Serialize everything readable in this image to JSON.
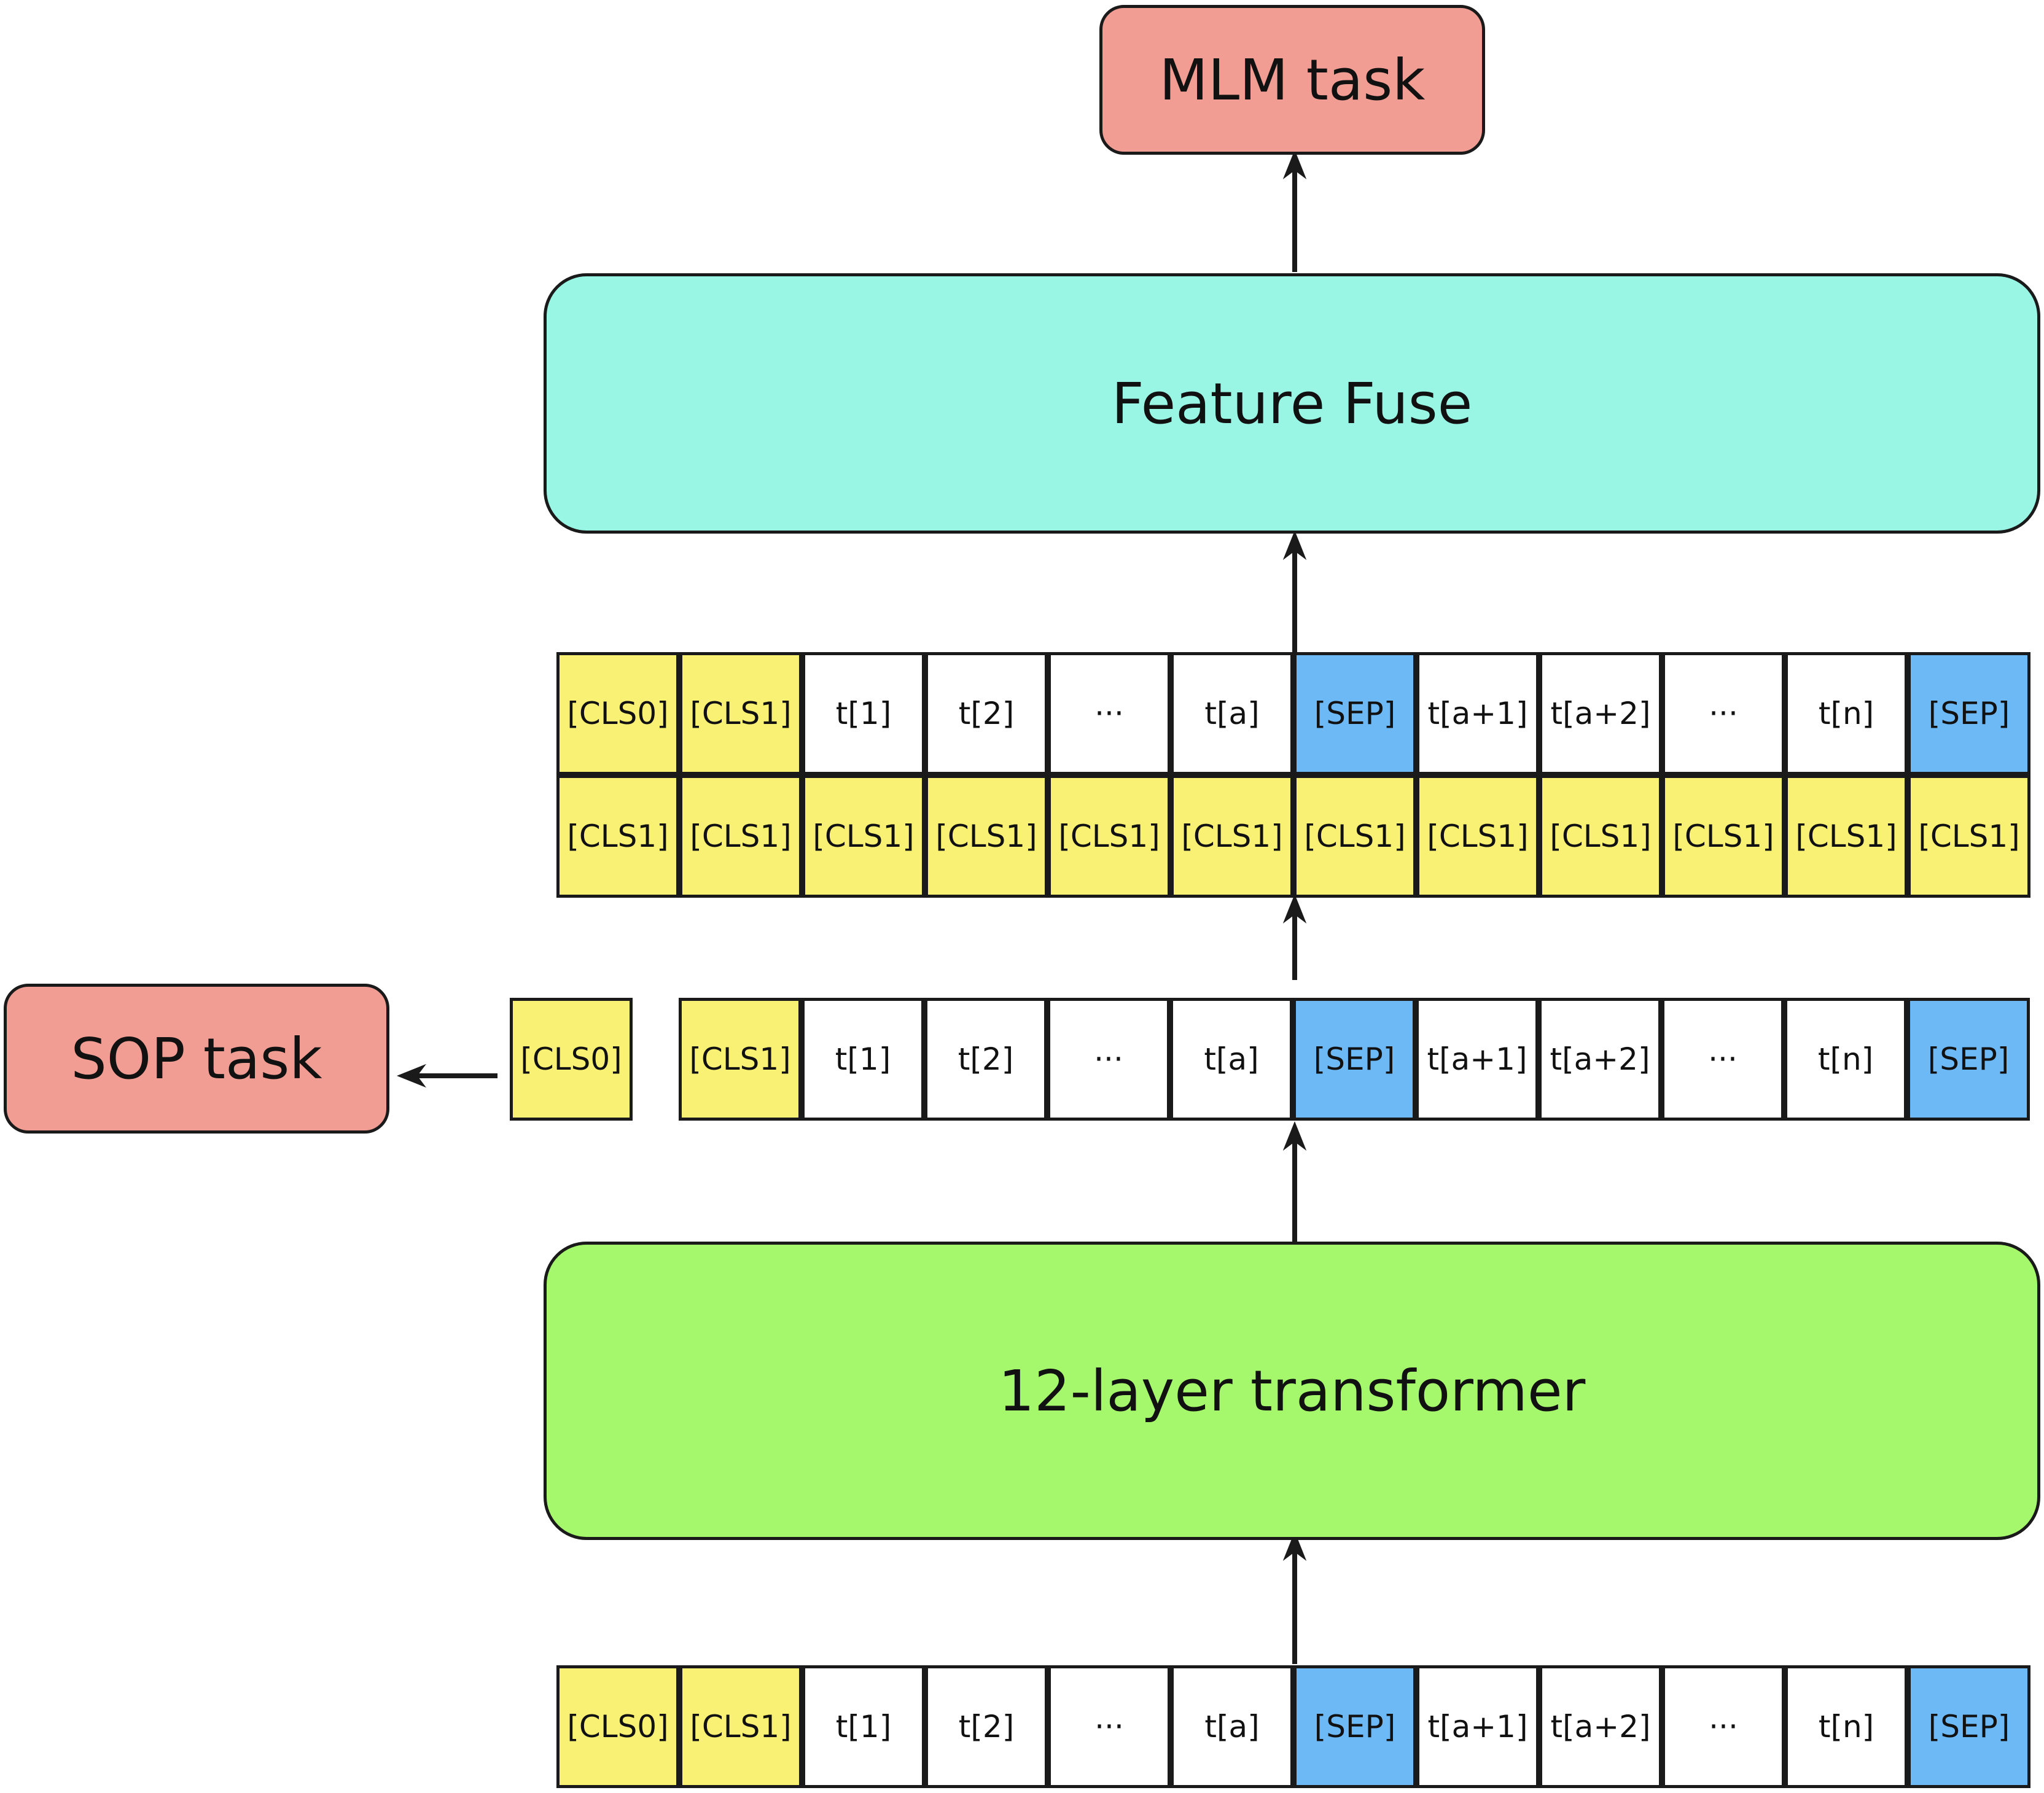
{
  "colors": {
    "task": "#f19d93",
    "feature_fuse": "#99f6e5",
    "transformer": "#a5f86c",
    "cls": "#f8f173",
    "sep": "#6cb9f6",
    "token": "#ffffff",
    "stroke": "#1a1a1a"
  },
  "mlm_task": {
    "label": "MLM task"
  },
  "feature_fuse": {
    "label": "Feature Fuse"
  },
  "transformer": {
    "label": "12-layer transformer"
  },
  "sop_task": {
    "label": "SOP task"
  },
  "sop_token": {
    "label": "[CLS0]"
  },
  "rows": {
    "fuse_top": [
      "[CLS0]",
      "[CLS1]",
      "t[1]",
      "t[2]",
      "···",
      "t[a]",
      "[SEP]",
      "t[a+1]",
      "t[a+2]",
      "···",
      "t[n]",
      "[SEP]"
    ],
    "fuse_cls1": [
      "[CLS1]",
      "[CLS1]",
      "[CLS1]",
      "[CLS1]",
      "[CLS1]",
      "[CLS1]",
      "[CLS1]",
      "[CLS1]",
      "[CLS1]",
      "[CLS1]",
      "[CLS1]",
      "[CLS1]"
    ],
    "output": [
      "[CLS1]",
      "t[1]",
      "t[2]",
      "···",
      "t[a]",
      "[SEP]",
      "t[a+1]",
      "t[a+2]",
      "···",
      "t[n]",
      "[SEP]"
    ],
    "input": [
      "[CLS0]",
      "[CLS1]",
      "t[1]",
      "t[2]",
      "···",
      "t[a]",
      "[SEP]",
      "t[a+1]",
      "t[a+2]",
      "···",
      "t[n]",
      "[SEP]"
    ]
  }
}
